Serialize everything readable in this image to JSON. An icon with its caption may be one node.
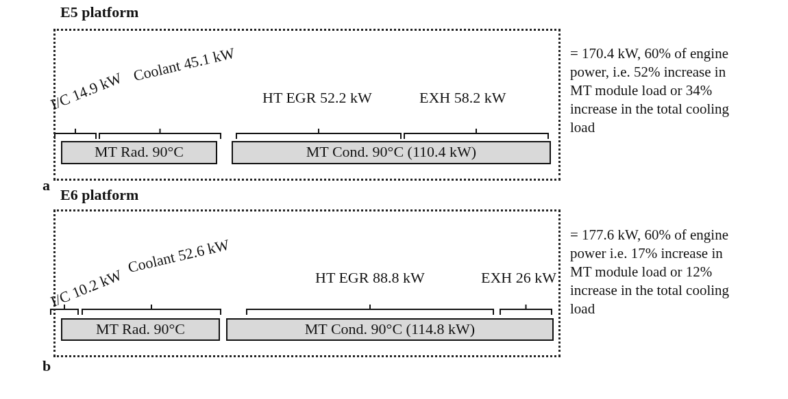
{
  "diagram": {
    "nodes": [
      {
        "text": [
          "E5 platform"
        ],
        "beside": [
          "= 170.4 kW, 60% of engine power, i.e. 52% increase in MT module load or 34% increase in the total cooling load"
        ]
      },
      {
        "text": [
          "MT Rad. 90°C"
        ],
        "in": 0
      },
      {
        "text": [
          "MT Cond. 90°C (110.4 kW)"
        ],
        "in": 0
      },
      {
        "text": [
          "E6 platform"
        ],
        "beside": [
          "= 177.6 kW, 60% of engine power i.e. 17% increase in MT module load or 12% increase in the total cooling load"
        ]
      },
      {
        "text": [
          "MT Rad. 90°C"
        ],
        "in": 3
      },
      {
        "text": [
          "MT Cond. 90°C (114.8 kW)"
        ],
        "in": 3
      }
    ],
    "labels": [
      "I/C 14.9 kW",
      "Coolant 45.1 kW",
      "HT EGR 52.2 kW",
      "EXH 58.2 kW",
      "a",
      "I/C 10.2 kW",
      "Coolant 52.6 kW",
      "HT EGR 88.8 kW",
      "EXH 26 kW",
      "b"
    ]
  }
}
